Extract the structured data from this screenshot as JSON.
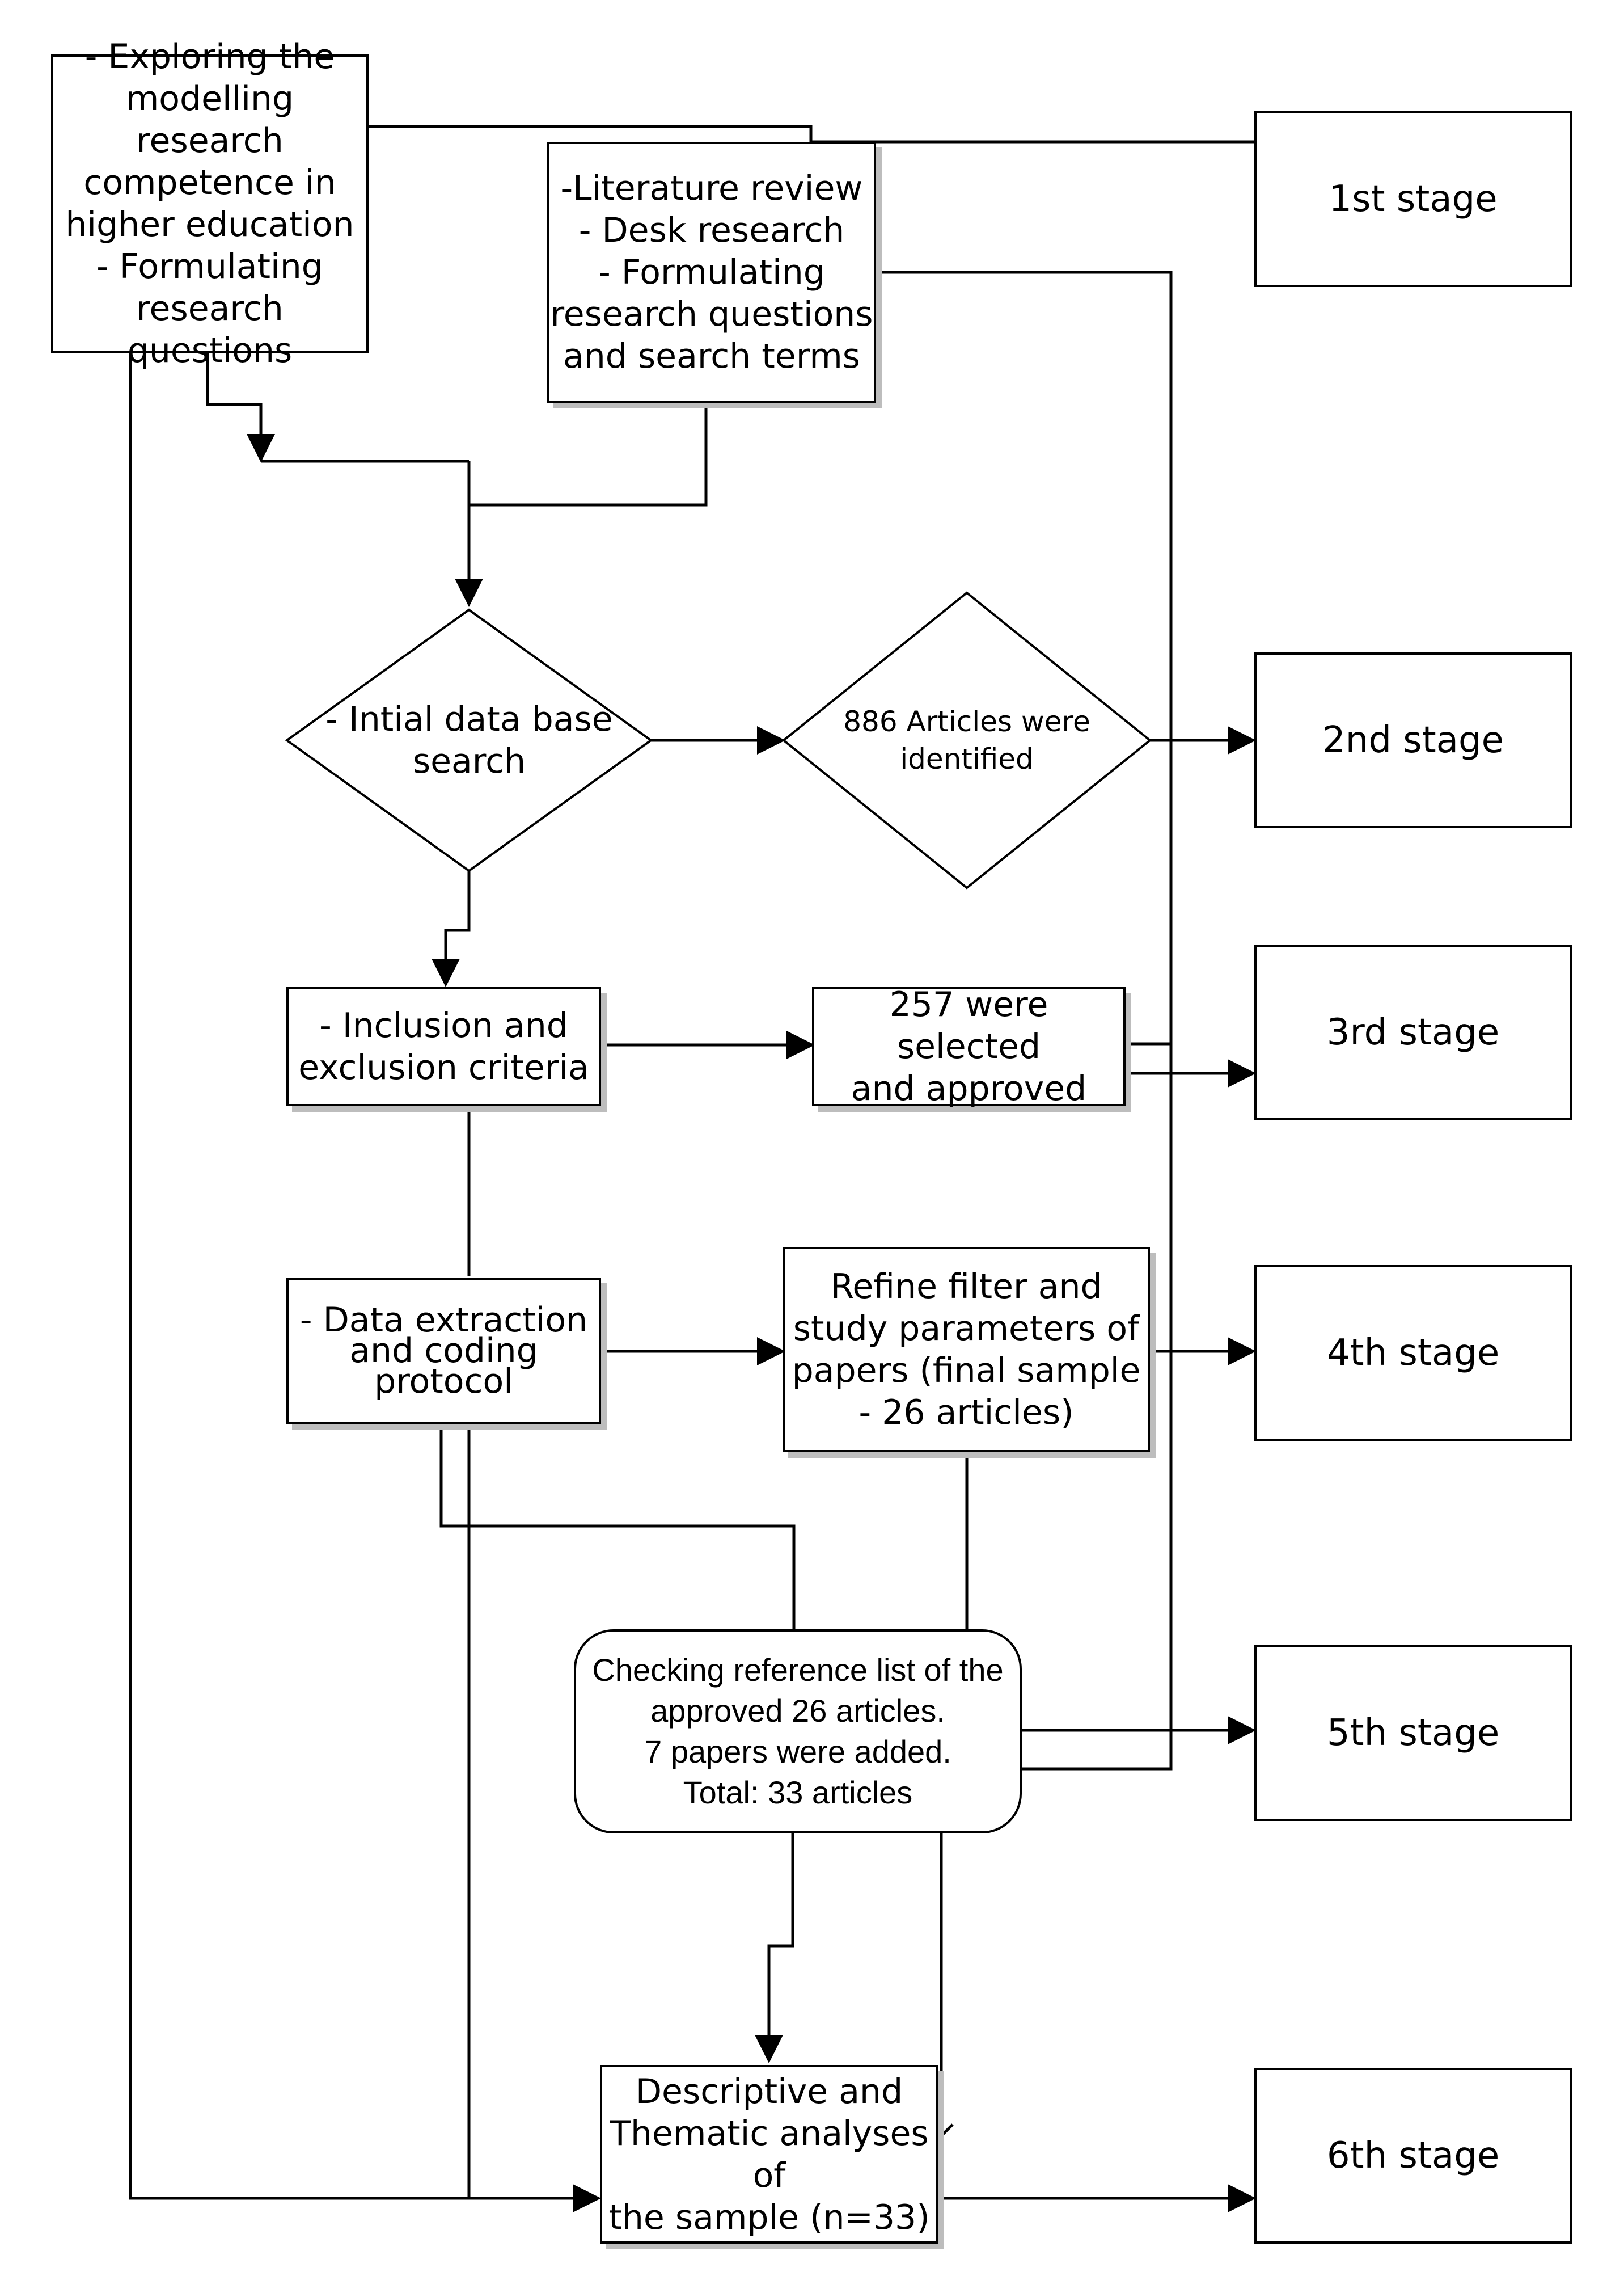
{
  "boxes": {
    "exploring": "- Exploring the\nmodelling research\ncompetence in\nhigher education\n- Formulating\nresearch questions",
    "literature": "-Literature review\n- Desk research\n- Formulating\nresearch questions\nand search terms",
    "initial_search": "- Intial data base\nsearch",
    "identified": "886 Articles were\nidentified",
    "inclusion": "- Inclusion and\nexclusion criteria",
    "selected": "257 were selected\nand approved",
    "extraction": "- Data extraction\nand coding\nprotocol",
    "refine": "Refine filter and\nstudy parameters of\npapers (final sample\n- 26 articles)",
    "checking": "Checking reference list of the\napproved 26 articles.\n7 papers were added.\nTotal: 33 articles",
    "descriptive": "Descriptive and\nThematic analyses of\nthe sample (n=33)"
  },
  "stages": [
    "1st stage",
    "2nd stage",
    "3rd stage",
    "4th stage",
    "5th stage",
    "6th stage"
  ]
}
